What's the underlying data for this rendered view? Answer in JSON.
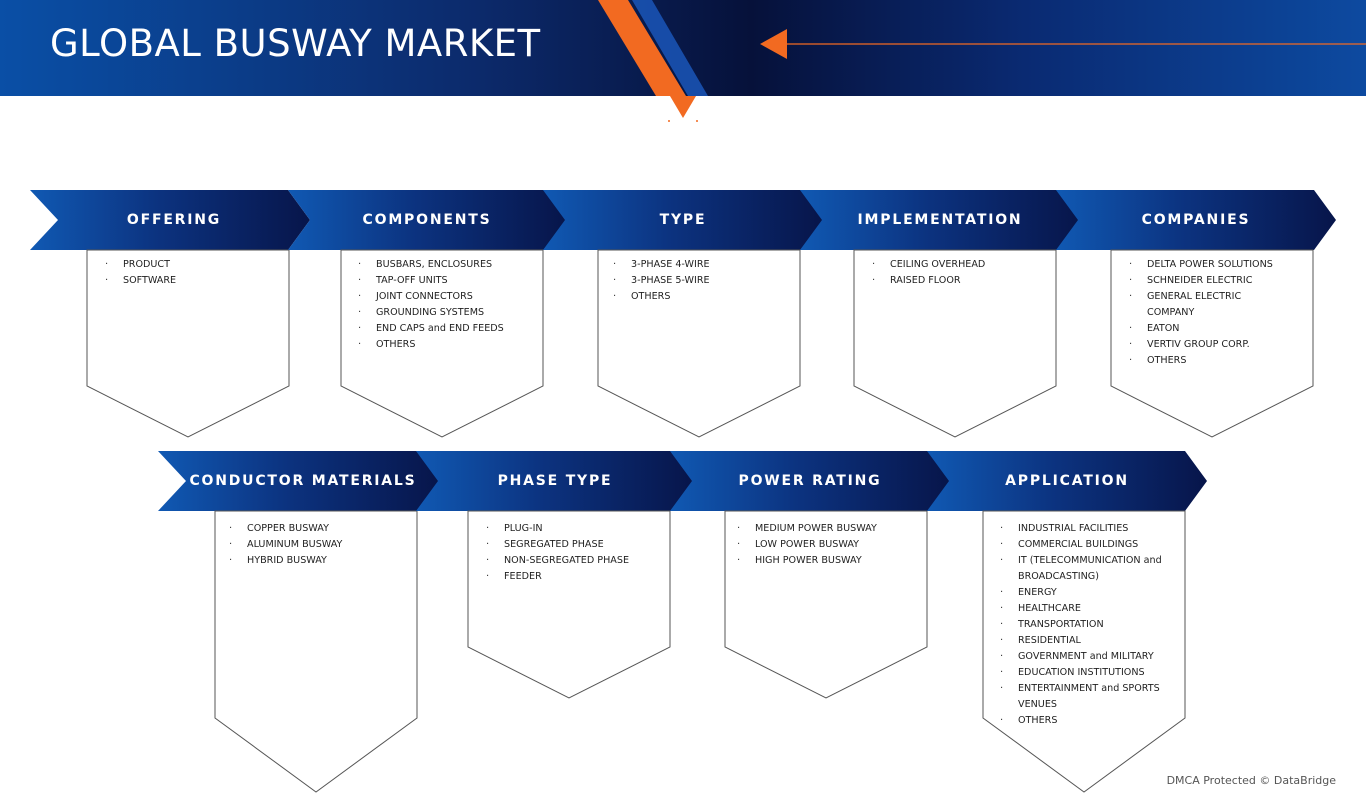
{
  "header": {
    "title": "GLOBAL BUSWAY MARKET"
  },
  "colors": {
    "navy": "#07154a",
    "blue": "#0d4aa0",
    "accent": "#f26a21"
  },
  "segments": [
    {
      "label": "OFFERING",
      "items": [
        "PRODUCT",
        "SOFTWARE"
      ]
    },
    {
      "label": "COMPONENTS",
      "items": [
        "BUSBARS, ENCLOSURES",
        "TAP-OFF UNITS",
        "JOINT CONNECTORS",
        "GROUNDING SYSTEMS",
        "END CAPS and END FEEDS",
        "OTHERS"
      ]
    },
    {
      "label": "TYPE",
      "items": [
        "3-PHASE 4-WIRE",
        "3-PHASE 5-WIRE",
        "OTHERS"
      ]
    },
    {
      "label": "IMPLEMENTATION",
      "items": [
        "CEILING OVERHEAD",
        "RAISED FLOOR"
      ]
    },
    {
      "label": "COMPANIES",
      "items": [
        "DELTA POWER SOLUTIONS",
        "SCHNEIDER ELECTRIC",
        "GENERAL ELECTRIC COMPANY",
        "EATON",
        "VERTIV GROUP CORP.",
        "OTHERS"
      ]
    },
    {
      "label": "CONDUCTOR MATERIALS",
      "items": [
        "COPPER BUSWAY",
        "ALUMINUM BUSWAY",
        "HYBRID BUSWAY"
      ]
    },
    {
      "label": "PHASE TYPE",
      "items": [
        "PLUG-IN",
        "SEGREGATED PHASE",
        "NON-SEGREGATED PHASE",
        "FEEDER"
      ]
    },
    {
      "label": "POWER RATING",
      "items": [
        "MEDIUM POWER BUSWAY",
        "LOW POWER BUSWAY",
        "HIGH POWER BUSWAY"
      ]
    },
    {
      "label": "APPLICATION",
      "items": [
        "INDUSTRIAL FACILITIES",
        "COMMERCIAL BUILDINGS",
        "IT (TELECOMMUNICATION and BROADCASTING)",
        "ENERGY",
        "HEALTHCARE",
        "TRANSPORTATION",
        "RESIDENTIAL",
        "GOVERNMENT and MILITARY",
        "EDUCATION INSTITUTIONS",
        "ENTERTAINMENT and SPORTS VENUES",
        "OTHERS"
      ]
    }
  ],
  "footer": {
    "text": "DMCA Protected © DataBridge"
  }
}
